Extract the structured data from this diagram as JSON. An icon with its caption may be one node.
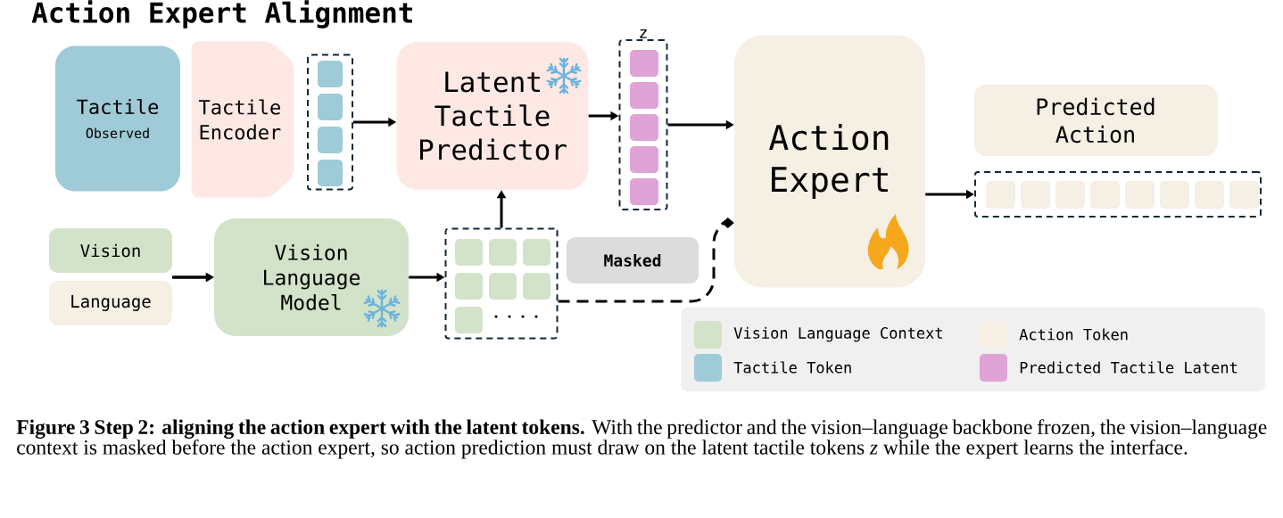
{
  "diagram": {
    "title": "Action Expert Alignment",
    "caption": "**Figure 3 Step 2: aligning the action expert with the latent tokens.** With the predictor and the vision–language backbone frozen, the vision–language context is masked before the action expert, so action prediction must draw on the latent tactile tokens *z* while the expert learns the interface.",
    "nodes": [
      {
        "text": [
          "Tactile",
          "Observed"
        ]
      },
      {
        "text": [
          "Tactile Encoder"
        ]
      },
      {
        "text": [],
        "shape": "box"
      },
      {
        "text": [
          "Latent Tactile Predictor"
        ]
      },
      {
        "text": [
          "z"
        ]
      },
      {
        "text": [
          "Action Expert"
        ]
      },
      {
        "text": [
          "Predicted Action"
        ]
      },
      {
        "text": [],
        "shape": "box"
      },
      {
        "text": [
          "Vision"
        ]
      },
      {
        "text": [
          "Language"
        ]
      },
      {
        "text": [
          "Vision Language Model"
        ]
      },
      {
        "text": [],
        "shape": "box"
      },
      {
        "text": [
          "Masked"
        ]
      }
    ],
    "edges": [
      {
        "from": 2,
        "to": 3,
        "arrow": "to"
      },
      {
        "from": 3,
        "to": 4,
        "arrow": "to"
      },
      {
        "from": 4,
        "to": 5,
        "arrow": "to"
      },
      {
        "from": 5,
        "to": 7,
        "arrow": "to"
      },
      {
        "from": 8,
        "to": 10,
        "arrow": "to"
      },
      {
        "from": 9,
        "to": 10,
        "arrow": "to"
      },
      {
        "from": 10,
        "to": 11,
        "arrow": "to"
      },
      {
        "from": 11,
        "to": 3,
        "arrow": "to"
      },
      {
        "from": 11,
        "to": 5,
        "arrow": "other",
        "style": "dashed"
      }
    ],
    "legend": [
      {
        "text": "Vision Language Context",
        "color": "#d3e3c9"
      },
      {
        "text": "Action Token",
        "color": "#f5efe4"
      },
      {
        "text": "Tactile Token",
        "color": "#9fcad7"
      },
      {
        "text": "Predicted Tactile Latent",
        "color": "#dfa3d6"
      }
    ]
  }
}
